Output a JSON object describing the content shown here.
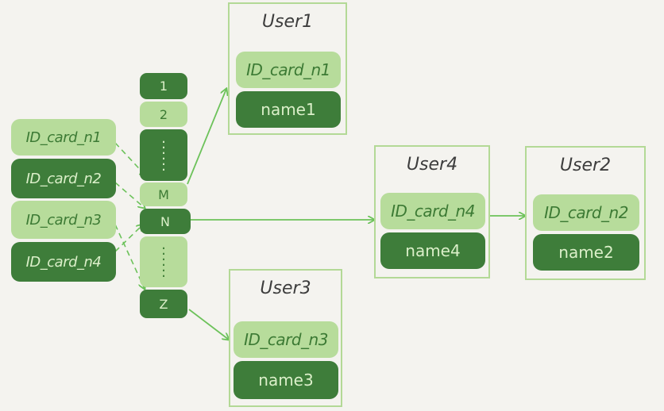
{
  "index_keys": [
    "ID_card_n1",
    "ID_card_n2",
    "ID_card_n3",
    "ID_card_n4"
  ],
  "hash_slots": {
    "slot1": "1",
    "slot2": "2",
    "dots_upper": ":",
    "slotM": "M",
    "slotN": "N",
    "dots_lower": ":",
    "slotZ": "Z"
  },
  "records": {
    "user1": {
      "title": "User1",
      "id_card": "ID_card_n1",
      "name": "name1"
    },
    "user3": {
      "title": "User3",
      "id_card": "ID_card_n3",
      "name": "name3"
    },
    "user4": {
      "title": "User4",
      "id_card": "ID_card_n4",
      "name": "name4"
    },
    "user2": {
      "title": "User2",
      "id_card": "ID_card_n2",
      "name": "name2"
    }
  },
  "colors": {
    "light_green": "#b7dc9b",
    "dark_green": "#3e7d3a",
    "arrow": "#6cc25a",
    "box_border": "#b3d996"
  }
}
